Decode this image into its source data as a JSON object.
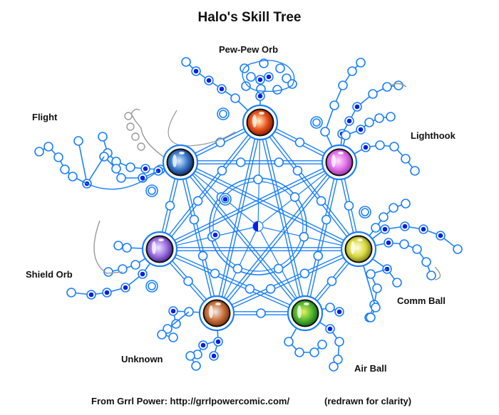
{
  "title": "Halo's Skill Tree",
  "footer": {
    "source": "From Grrl Power: http://grrlpowercomic.com/",
    "note": "(redrawn for clarity)"
  },
  "colors": {
    "line": "#1a7fff",
    "filled_node": "#0a1ee6",
    "inactive_line": "#999999",
    "background": "#ffffff"
  },
  "orbs": [
    {
      "id": "pew-pew-orb",
      "label": "Pew-Pew Orb",
      "color_inner": "#fff2c0",
      "color_mid": "#e8501a",
      "color_outer": "#7a1500"
    },
    {
      "id": "lighthook",
      "label": "Lighthook",
      "color_inner": "#ffe0ff",
      "color_mid": "#e070e8",
      "color_outer": "#8a2a9a"
    },
    {
      "id": "comm-ball",
      "label": "Comm Ball",
      "color_inner": "#ffffe0",
      "color_mid": "#d8d840",
      "color_outer": "#6a6a10"
    },
    {
      "id": "air-ball",
      "label": "Air Ball",
      "color_inner": "#e8f060",
      "color_mid": "#50b830",
      "color_outer": "#0f5a10"
    },
    {
      "id": "unknown",
      "label": "Unknown",
      "color_inner": "#f4eaea",
      "color_mid": "#c8703a",
      "color_outer": "#6a2a08"
    },
    {
      "id": "shield-orb",
      "label": "Shield Orb",
      "color_inner": "#eee6ff",
      "color_mid": "#9a70e0",
      "color_outer": "#3a1a7a"
    },
    {
      "id": "flight",
      "label": "Flight",
      "color_inner": "#d8ecff",
      "color_mid": "#3a78c8",
      "color_outer": "#0a1e50"
    }
  ]
}
